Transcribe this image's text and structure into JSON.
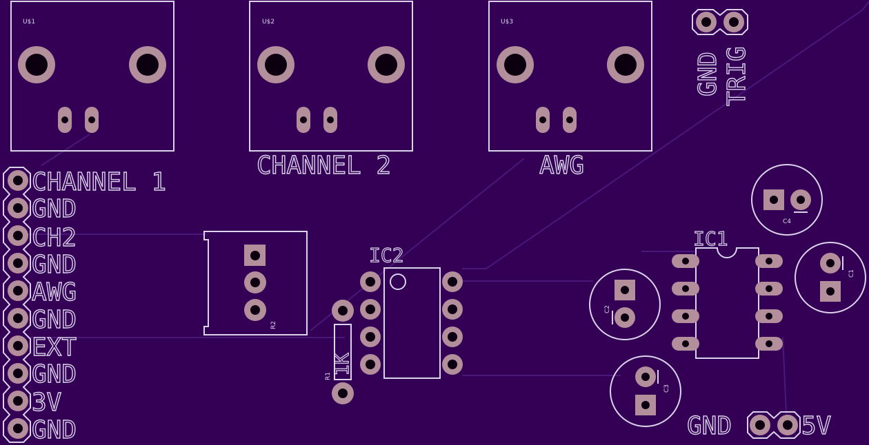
{
  "board": {
    "background": "#330056",
    "silkscreen": "#dcd4ec",
    "copper": "#b38e9b"
  },
  "jacks": [
    {
      "ref": "U$1",
      "label": ""
    },
    {
      "ref": "U$2",
      "label": "CHANNEL 2"
    },
    {
      "ref": "U$3",
      "label": "AWG"
    }
  ],
  "header_labels": [
    "CHANNEL 1",
    "GND",
    "CH2",
    "GND",
    "AWG",
    "GND",
    "EXT",
    "GND",
    "3V",
    "GND"
  ],
  "trig_header": {
    "labels": [
      "GND",
      "TRIG"
    ]
  },
  "power_header": {
    "left": "GND",
    "right": "5V"
  },
  "components": {
    "ic1": "IC1",
    "ic2": "IC2",
    "r1": "R1",
    "r1_value": "1K",
    "r2": "R2",
    "c1": "C1",
    "c2": "C2",
    "c3": "C3",
    "c4": "C4"
  }
}
